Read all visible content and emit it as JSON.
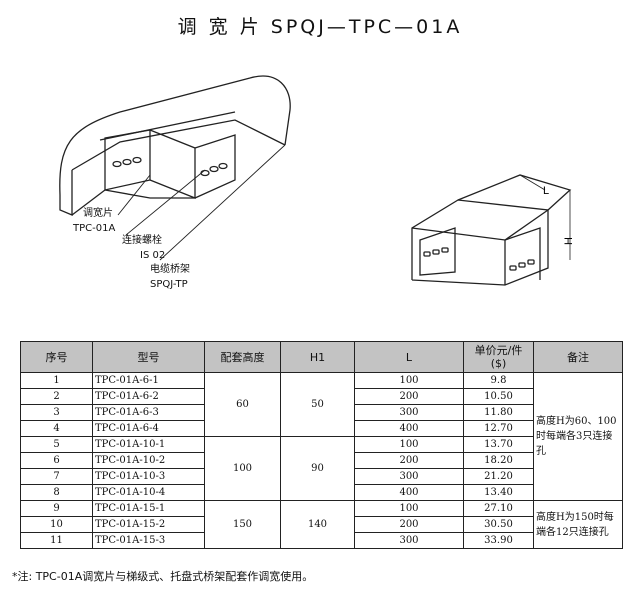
{
  "title": "调 宽 片  SPQJ—TPC—01A",
  "callouts": {
    "c1_name": "调宽片",
    "c1_code": "TPC-01A",
    "c2_name": "连接螺栓",
    "c2_code": "IS 02",
    "c3_name": "电缆桥架",
    "c3_code": "SPQJ-TP",
    "dim_l": "L",
    "dim_h": "H"
  },
  "table": {
    "headers": [
      "序号",
      "型号",
      "配套高度",
      "H1",
      "L",
      "单价元/件\n($)",
      "备注"
    ],
    "rows": [
      {
        "no": "1",
        "model": "TPC-01A-6-1",
        "l": "100",
        "price": "9.8"
      },
      {
        "no": "2",
        "model": "TPC-01A-6-2",
        "l": "200",
        "price": "10.50"
      },
      {
        "no": "3",
        "model": "TPC-01A-6-3",
        "l": "300",
        "price": "11.80"
      },
      {
        "no": "4",
        "model": "TPC-01A-6-4",
        "l": "400",
        "price": "12.70"
      },
      {
        "no": "5",
        "model": "TPC-01A-10-1",
        "l": "100",
        "price": "13.70"
      },
      {
        "no": "6",
        "model": "TPC-01A-10-2",
        "l": "200",
        "price": "18.20"
      },
      {
        "no": "7",
        "model": "TPC-01A-10-3",
        "l": "300",
        "price": "21.20"
      },
      {
        "no": "8",
        "model": "TPC-01A-10-4",
        "l": "400",
        "price": "13.40"
      },
      {
        "no": "9",
        "model": "TPC-01A-15-1",
        "l": "100",
        "price": "27.10"
      },
      {
        "no": "10",
        "model": "TPC-01A-15-2",
        "l": "200",
        "price": "30.50"
      },
      {
        "no": "11",
        "model": "TPC-01A-15-3",
        "l": "300",
        "price": "33.90"
      }
    ],
    "groups": [
      {
        "height": "60",
        "h1": "50"
      },
      {
        "height": "100",
        "h1": "90"
      },
      {
        "height": "150",
        "h1": "140"
      }
    ],
    "notes": [
      "高度H为60、100时每端各3只连接孔",
      "高度H为150时每端各12只连接孔"
    ]
  },
  "footnote": "*注: TPC-01A调宽片与梯级式、托盘式桥架配套作调宽使用。"
}
